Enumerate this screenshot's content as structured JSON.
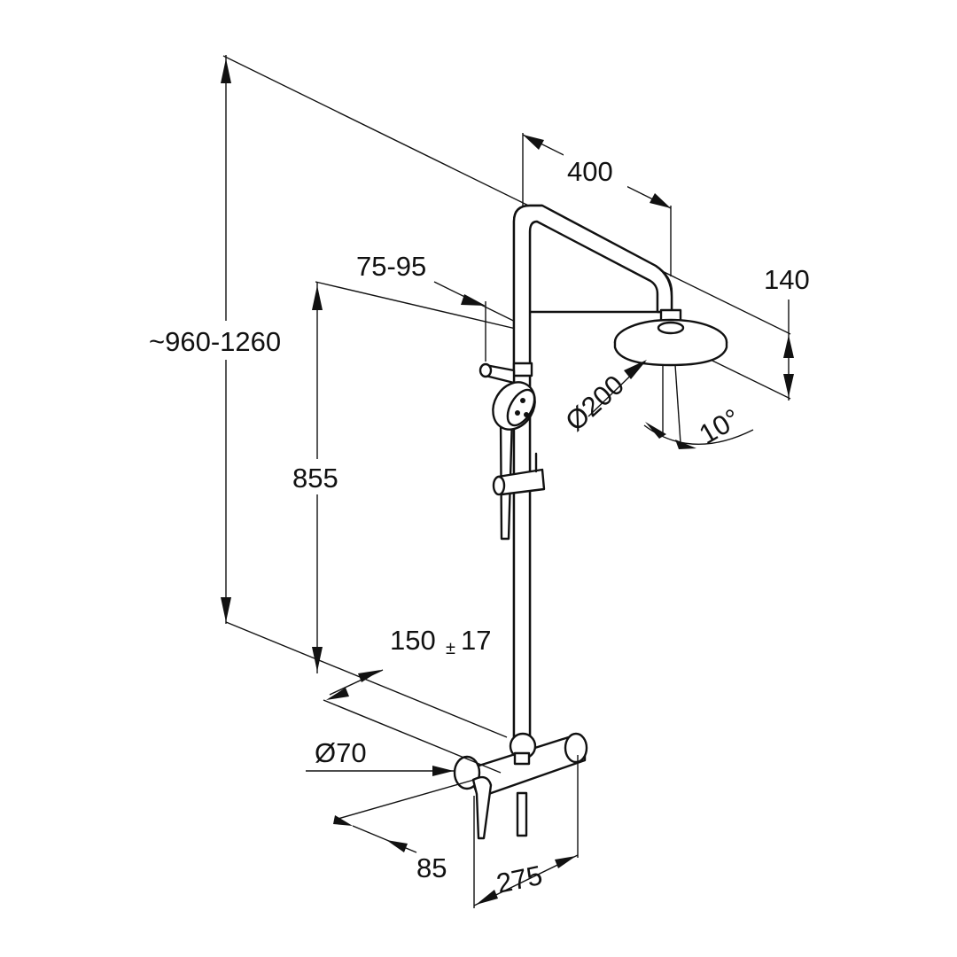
{
  "drawing": {
    "dimensions": {
      "total_height": "~960-1260",
      "hand_shower_height": "855",
      "wall_distance": "75-95",
      "arm_projection": "400",
      "head_offset": "140",
      "head_diameter": "Ø200",
      "tilt_angle": "10°",
      "inlet_spacing_value": "150",
      "inlet_spacing_pm": "±",
      "inlet_spacing_tol": "17",
      "rosette_diameter": "Ø70",
      "wall_to_body": "85",
      "body_width": "275"
    }
  }
}
